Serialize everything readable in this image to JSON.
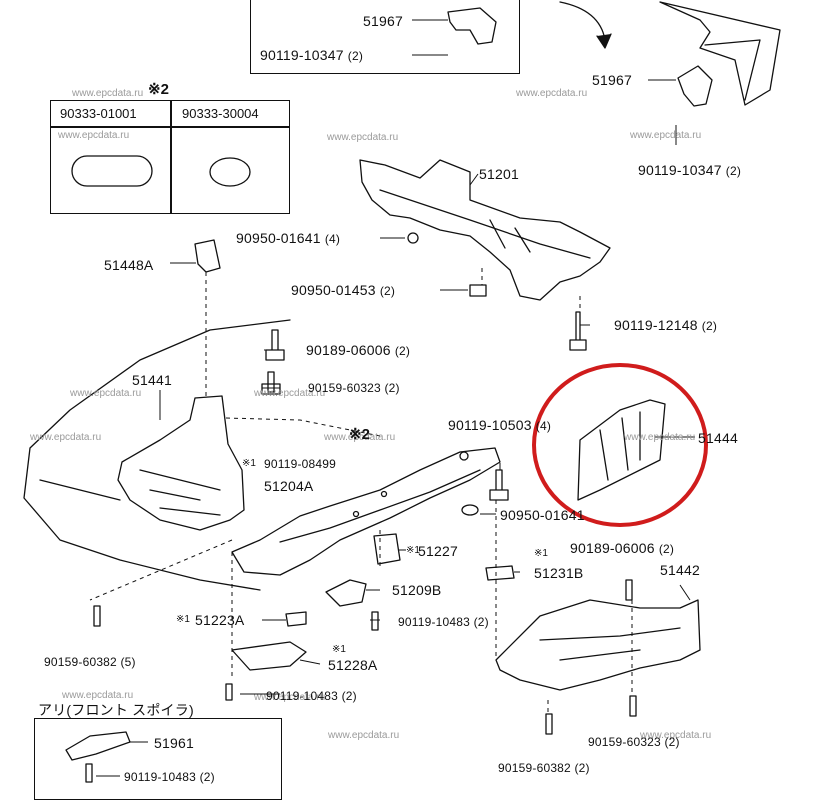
{
  "colors": {
    "ink": "#111111",
    "highlight": "#d01c1c",
    "watermark": "#9a9a9a"
  },
  "watermark": "www.epcdata.ru",
  "marks": {
    "note2": "※2",
    "note1": "※1"
  },
  "inset_top": {
    "part": "51967",
    "bolt": "90119-10347",
    "qty": "(2)"
  },
  "inset_clips": {
    "mark": "※2",
    "left": "90333-01001",
    "right": "90333-30004"
  },
  "inset_spoiler": {
    "title": "アリ(フロント スポイラ)",
    "part": "51961",
    "bolt": "90119-10483",
    "qty": "(2)"
  },
  "labels": {
    "p51967": "51967",
    "b90119_10347": "90119-10347",
    "q2": "(2)",
    "q4": "(4)",
    "q5": "(5)",
    "p51201": "51201",
    "n90950_01641": "90950-01641",
    "n90950_01453": "90950-01453",
    "b90119_12148": "90119-12148",
    "p51448A": "51448A",
    "b90189_06006": "90189-06006",
    "b90159_60323": "90159-60323",
    "p51441": "51441",
    "b90119_10503": "90119-10503",
    "p51444": "51444",
    "b90119_08499": "90119-08499",
    "p51204A": "51204A",
    "p51227": "51227",
    "p51231B": "51231B",
    "p51442": "51442",
    "p51209B": "51209B",
    "p51223A": "51223A",
    "b90119_10483": "90119-10483",
    "b90159_60382": "90159-60382",
    "p51228A": "51228A"
  }
}
